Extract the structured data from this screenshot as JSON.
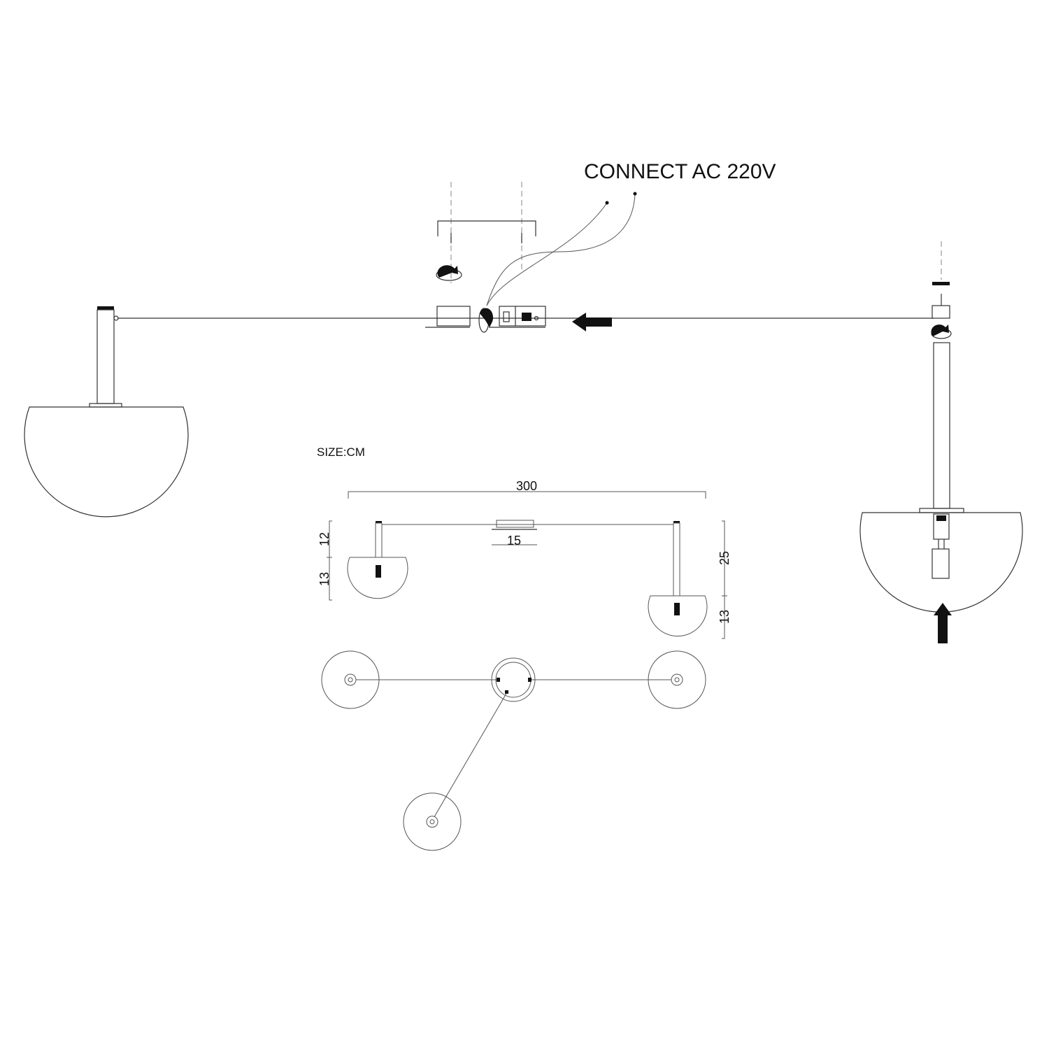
{
  "labels": {
    "connect": "CONNECT AC 220V",
    "size_unit": "SIZE:CM"
  },
  "dimensions": {
    "total_width": "300",
    "canopy_width": "15",
    "left_drop": "12",
    "left_globe": "13",
    "right_drop": "25",
    "right_globe": "13"
  },
  "colors": {
    "line": "#333333",
    "arrow": "#111111"
  }
}
